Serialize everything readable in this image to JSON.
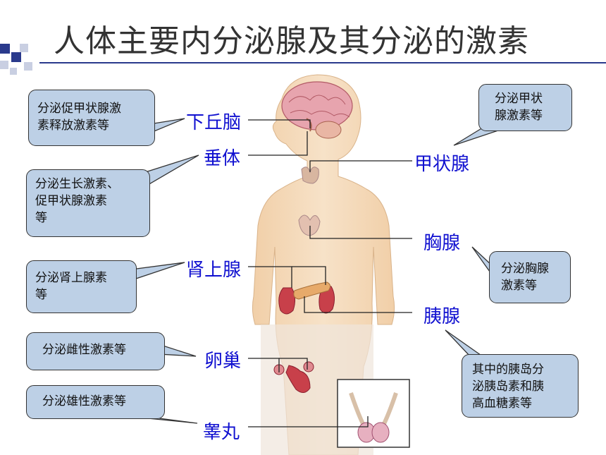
{
  "title": "人体主要内分泌腺及其分泌的激素",
  "colors": {
    "callout_bg": "#bdd0e6",
    "label_text": "#1010d0",
    "body_skin": "#f3d8b8",
    "organ_red": "#c8404a"
  },
  "glands": {
    "hypothalamus": "下丘脑",
    "pituitary": "垂体",
    "adrenal": "肾上腺",
    "ovary": "卵巢",
    "testis": "睾丸",
    "thyroid": "甲状腺",
    "thymus": "胸腺",
    "pancreas": "胰腺"
  },
  "callouts": {
    "hypothalamus_line1": "分泌促甲状腺激",
    "hypothalamus_line2": "素释放激素等",
    "pituitary_line1": "分泌生长激素、",
    "pituitary_line2": "促甲状腺激素",
    "pituitary_line3": "等",
    "adrenal_line1": "分泌肾上腺素",
    "adrenal_line2": "等",
    "ovary": "分泌雌性激素等",
    "testis": "分泌雄性激素等",
    "thyroid_line1": "分泌甲状",
    "thyroid_line2": "腺激素等",
    "thymus_line1": "分泌胸腺",
    "thymus_line2": "激素等",
    "pancreas_line1": "其中的胰岛分",
    "pancreas_line2": "泌胰岛素和胰",
    "pancreas_line3": "高血糖素等"
  }
}
